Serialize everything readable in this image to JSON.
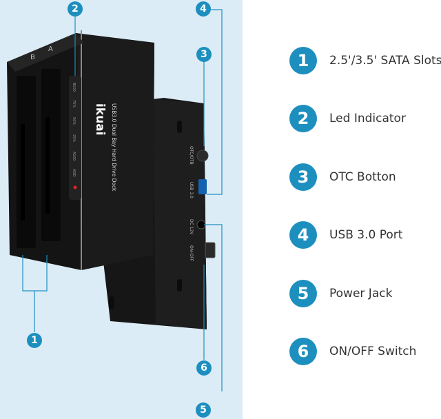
{
  "brand": {
    "name": "ikuai",
    "subtitle": "USB3.0 Dual Bay Hard Drive Dock",
    "slot_letters": [
      "B",
      "A"
    ]
  },
  "front_leds": [
    "B100",
    "75%",
    "50%",
    "25%",
    "A100",
    "HDD"
  ],
  "back_labels": {
    "otc": "OTC/OTB",
    "usb": "USB 3.0",
    "dc": "DC 12V",
    "switch": "ON-OFF"
  },
  "callouts": [
    {
      "num": "1",
      "label": "2.5'/3.5' SATA Slots"
    },
    {
      "num": "2",
      "label": "Led Indicator"
    },
    {
      "num": "3",
      "label": "OTC Botton"
    },
    {
      "num": "4",
      "label": "USB 3.0 Port"
    },
    {
      "num": "5",
      "label": "Power Jack"
    },
    {
      "num": "6",
      "label": "ON/OFF Switch"
    }
  ],
  "colors": {
    "accent": "#1d8fbf",
    "background": "#dcecf6",
    "device": "#1a1a1a"
  }
}
